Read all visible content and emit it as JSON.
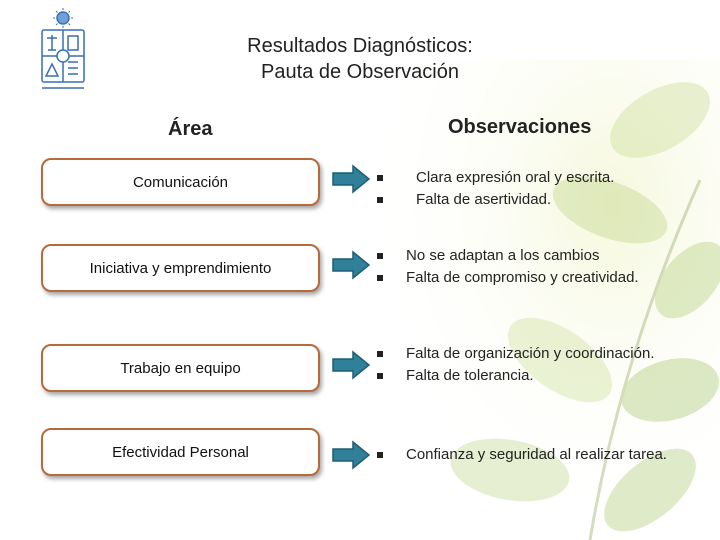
{
  "title": {
    "line1": "Resultados Diagnósticos:",
    "line2": "Pauta de Observación"
  },
  "columns": {
    "area": "Área",
    "observaciones": "Observaciones"
  },
  "rows": [
    {
      "area": "Comunicación",
      "observations": [
        "Clara expresión oral y escrita.",
        "Falta de asertividad."
      ]
    },
    {
      "area": "Iniciativa y emprendimiento",
      "observations": [
        "No se adaptan a los cambios",
        "Falta de compromiso y creatividad."
      ]
    },
    {
      "area": "Trabajo en equipo",
      "observations": [
        "Falta de organización y coordinación.",
        "Falta de tolerancia."
      ]
    },
    {
      "area": "Efectividad Personal",
      "observations": [
        "Confianza y seguridad al realizar tarea."
      ]
    }
  ],
  "colors": {
    "box_border": "#b86a3a",
    "arrow_fill": "#31809a",
    "logo_blue": "#3a6fb5"
  },
  "icons": {
    "logo": "university-crest-icon",
    "arrow": "arrow-right-icon",
    "bullet": "square-bullet-icon"
  }
}
